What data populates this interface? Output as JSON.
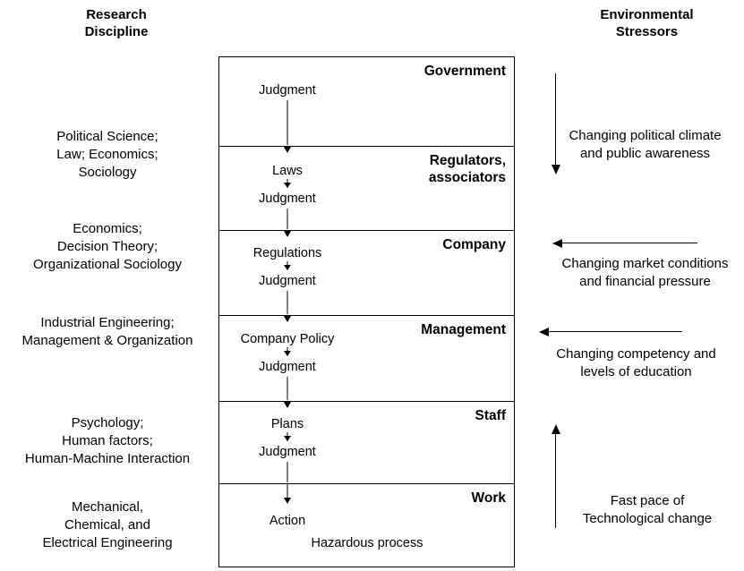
{
  "headers": {
    "left": "Research\nDiscipline",
    "left_line1": "Research",
    "left_line2": "Discipline",
    "right": "Environmental\nStressors",
    "right_line1": "Environmental",
    "right_line2": "Stressors"
  },
  "disciplines": [
    {
      "id": "government",
      "text": "Political Science;\nLaw; Economics;\nSociology"
    },
    {
      "id": "regulators",
      "text": "Economics;\nDecision Theory;\nOrganizational Sociology"
    },
    {
      "id": "company",
      "text": "Industrial Engineering;\nManagement & Organization"
    },
    {
      "id": "management",
      "text": "Psychology;\nHuman factors;\nHuman-Machine Interaction"
    },
    {
      "id": "work",
      "text": "Mechanical,\nChemical, and\nElectrical Engineering"
    }
  ],
  "levels": [
    {
      "id": "government",
      "title": "Government",
      "inputs": [],
      "output": "Judgment"
    },
    {
      "id": "regulators",
      "title": "Regulators,\nassociators",
      "inputs": [
        "Laws"
      ],
      "output": "Judgment"
    },
    {
      "id": "company",
      "title": "Company",
      "inputs": [
        "Regulations"
      ],
      "output": "Judgment"
    },
    {
      "id": "management",
      "title": "Management",
      "inputs": [
        "Company Policy"
      ],
      "output": "Judgment"
    },
    {
      "id": "staff",
      "title": "Staff",
      "inputs": [
        "Plans"
      ],
      "output": "Judgment"
    },
    {
      "id": "work",
      "title": "Work",
      "inputs": [
        "Action"
      ],
      "output": "Hazardous process"
    }
  ],
  "level_titles": {
    "government": "Government",
    "regulators_line1": "Regulators,",
    "regulators_line2": "associators",
    "company": "Company",
    "management": "Management",
    "staff": "Staff",
    "work": "Work"
  },
  "flow_labels": {
    "judgment_gov": "Judgment",
    "laws": "Laws",
    "judgment_reg": "Judgment",
    "regulations": "Regulations",
    "judgment_comp": "Judgment",
    "company_policy": "Company Policy",
    "judgment_mgmt": "Judgment",
    "plans": "Plans",
    "judgment_staff": "Judgment",
    "action": "Action",
    "hazardous_process": "Hazardous process"
  },
  "stressors": [
    {
      "id": "political",
      "text": "Changing political climate\nand public awareness",
      "line1": "Changing political climate",
      "line2": "and public awareness",
      "arrow": "down"
    },
    {
      "id": "market",
      "text": "Changing market conditions\nand financial pressure",
      "line1": "Changing market conditions",
      "line2": "and financial pressure",
      "arrow": "left"
    },
    {
      "id": "competency",
      "text": "Changing competency and\nlevels of education",
      "line1": "Changing competency and",
      "line2": "levels of education",
      "arrow": "left"
    },
    {
      "id": "technology",
      "text": "Fast pace of\nTechnological change",
      "line1": "Fast pace of",
      "line2": "Technological change",
      "arrow": "up"
    }
  ],
  "colors": {
    "stroke": "#000000",
    "background": "#ffffff",
    "text": "#000000"
  }
}
